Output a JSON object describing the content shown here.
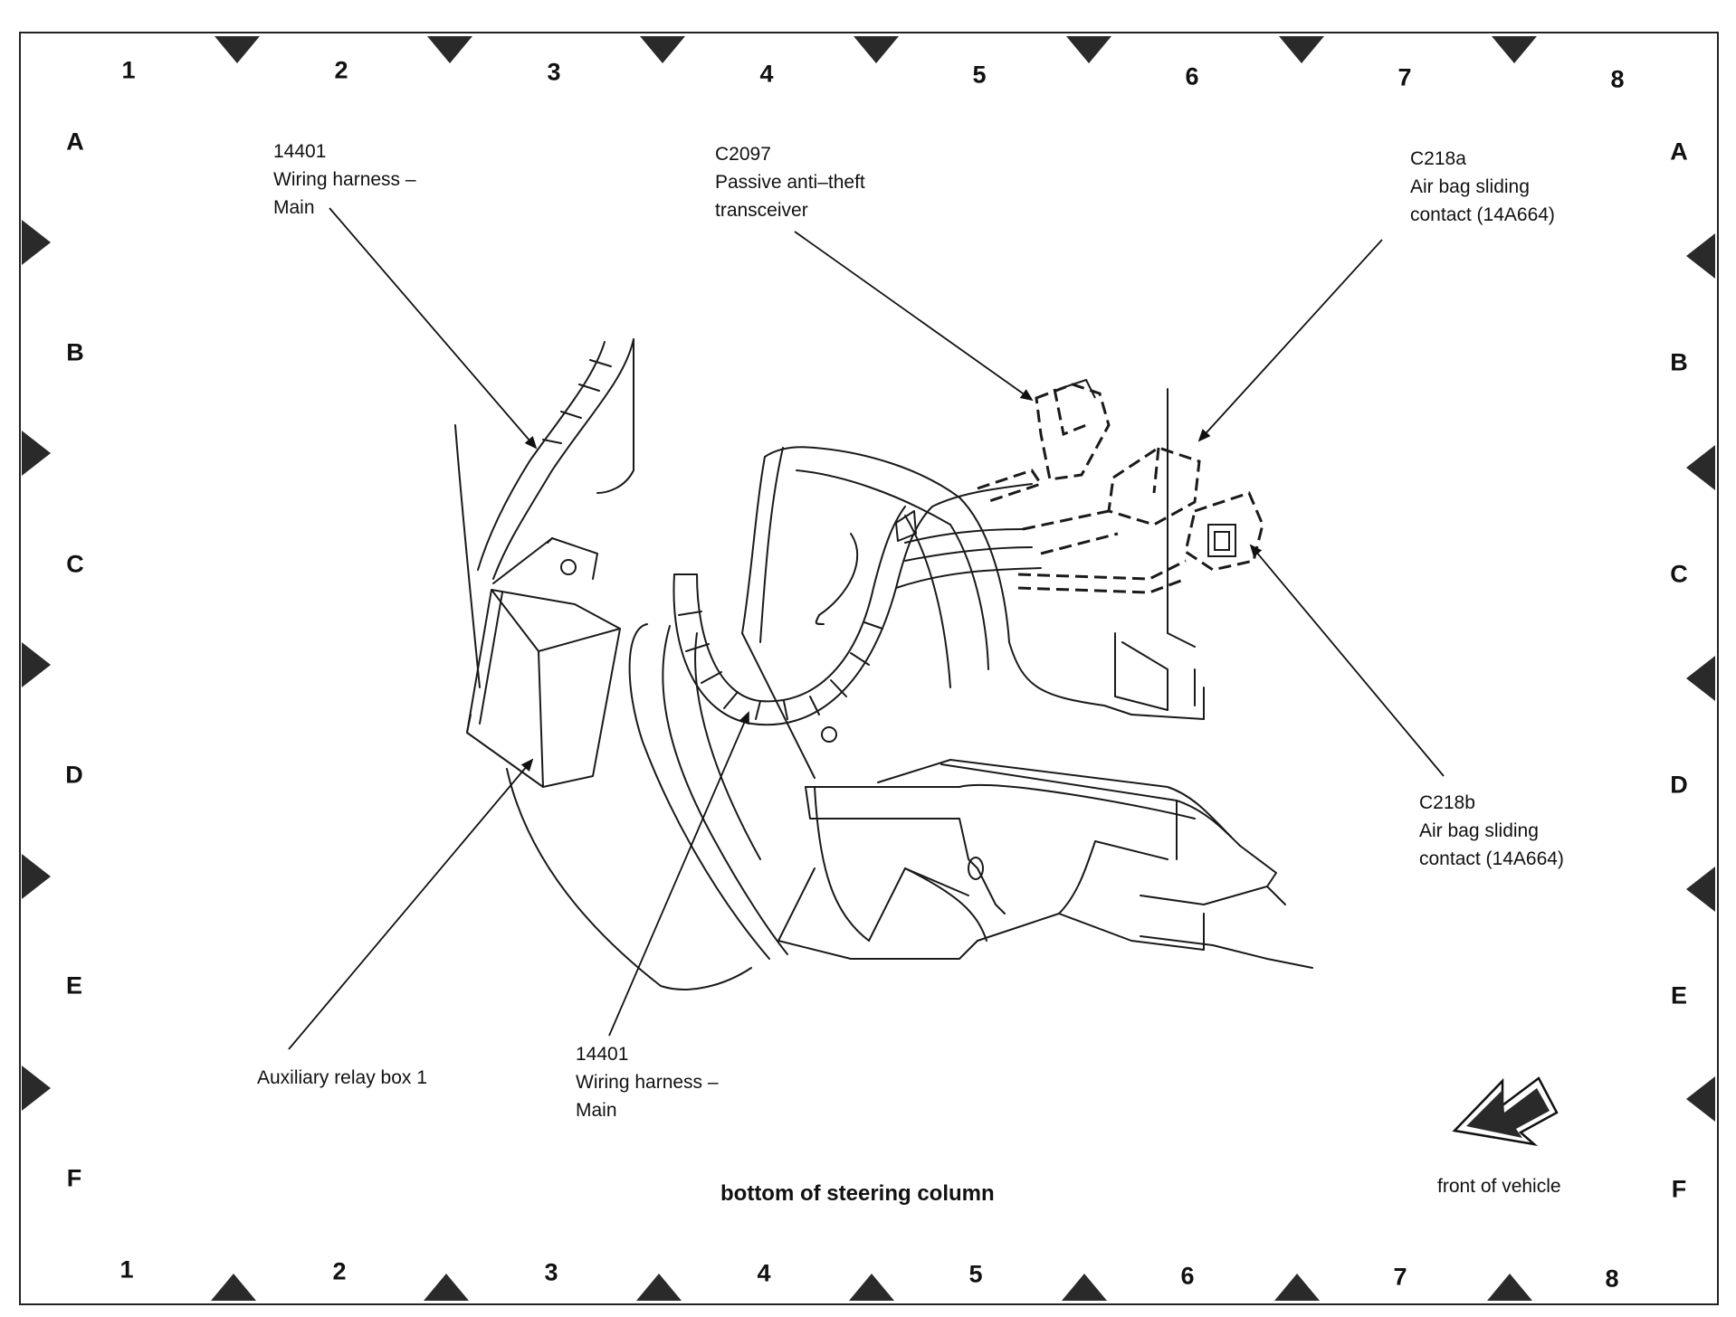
{
  "grid": {
    "columns": [
      "1",
      "2",
      "3",
      "4",
      "5",
      "6",
      "7",
      "8"
    ],
    "rows": [
      "A",
      "B",
      "C",
      "D",
      "E",
      "F"
    ]
  },
  "callouts": {
    "harness_top": [
      "14401",
      "Wiring harness –",
      "Main"
    ],
    "c2097": [
      "C2097",
      "Passive anti–theft",
      "transceiver"
    ],
    "c218a": [
      "C218a",
      "Air bag sliding",
      "contact (14A664)"
    ],
    "c218b": [
      "C218b",
      "Air bag sliding",
      "contact (14A664)"
    ],
    "relay_box": "Auxiliary relay box 1",
    "harness_bottom": [
      "14401",
      "Wiring harness –",
      "Main"
    ]
  },
  "view_caption": "bottom of steering column",
  "orientation": {
    "label": "front of vehicle",
    "icon": "front-of-vehicle-arrow-icon"
  }
}
